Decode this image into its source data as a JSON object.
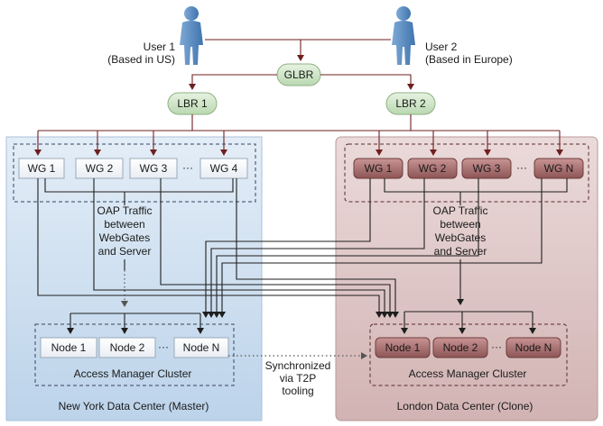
{
  "users": [
    {
      "line1": "User 1",
      "line2": "(Based in US)"
    },
    {
      "line1": "User 2",
      "line2": "(Based in Europe)"
    }
  ],
  "glbr": "GLBR",
  "lbr": [
    "LBR 1",
    "LBR 2"
  ],
  "ny": {
    "webgates": [
      "WG 1",
      "WG 2",
      "WG 3",
      "WG 4"
    ],
    "ellipsis": "···",
    "traffic": [
      "OAP Traffic",
      "between",
      "WebGates",
      "and Server"
    ],
    "nodes": [
      "Node 1",
      "Node 2",
      "Node N"
    ],
    "cluster_label": "Access Manager Cluster",
    "datacenter_label": "New York Data Center (Master)"
  },
  "london": {
    "webgates": [
      "WG 1",
      "WG 2",
      "WG 3",
      "WG N"
    ],
    "ellipsis": "···",
    "traffic": [
      "OAP Traffic",
      "between",
      "WebGates",
      "and Server"
    ],
    "nodes": [
      "Node 1",
      "Node 2",
      "Node N"
    ],
    "cluster_label": "Access Manager Cluster",
    "datacenter_label": "London Data Center (Clone)"
  },
  "sync": [
    "Synchronized",
    "via T2P",
    "tooling"
  ],
  "colors": {
    "ny_bg": "#c9dcef",
    "london_bg": "#dcc0c0",
    "green_pill": "#cfe6c9",
    "red_box": "#a06a6a",
    "user_icon": "#5b8fc4"
  }
}
